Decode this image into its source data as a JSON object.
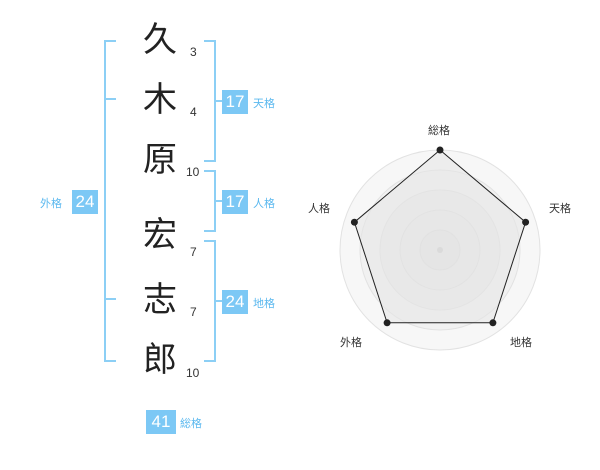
{
  "name": {
    "characters": [
      {
        "char": "久",
        "strokes": "3"
      },
      {
        "char": "木",
        "strokes": "4"
      },
      {
        "char": "原",
        "strokes": "10"
      },
      {
        "char": "宏",
        "strokes": "7"
      },
      {
        "char": "志",
        "strokes": "7"
      },
      {
        "char": "郎",
        "strokes": "10"
      }
    ]
  },
  "fortunes": {
    "tenkaku": {
      "value": "17",
      "label": "天格"
    },
    "jinkaku": {
      "value": "17",
      "label": "人格"
    },
    "chikaku": {
      "value": "24",
      "label": "地格"
    },
    "gaikaku": {
      "value": "24",
      "label": "外格"
    },
    "soukaku": {
      "value": "41",
      "label": "総格"
    }
  },
  "radar": {
    "axes": [
      "総格",
      "天格",
      "地格",
      "外格",
      "人格"
    ],
    "levels": [
      1.0,
      0.9,
      0.9,
      0.9,
      0.9
    ]
  },
  "colors": {
    "accent": "#7cc8f5",
    "bracket": "#8ccff5",
    "label": "#5ab8ef"
  }
}
